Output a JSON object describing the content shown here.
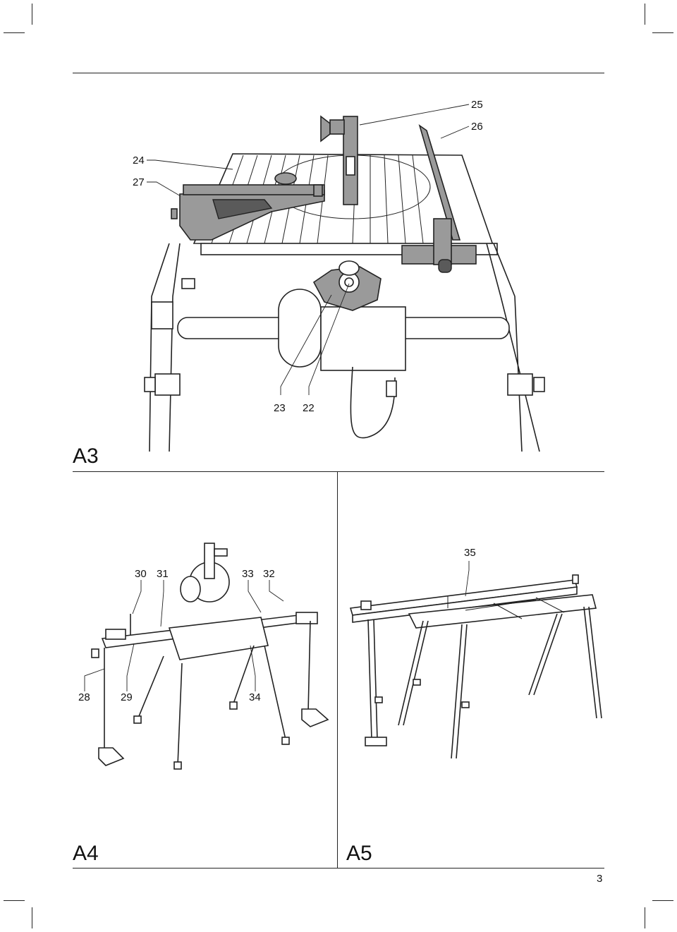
{
  "figures": {
    "a3": {
      "label": "A3",
      "callouts": {
        "c24": "24",
        "c27": "27",
        "c25": "25",
        "c26": "26",
        "c23": "23",
        "c22": "22"
      }
    },
    "a4": {
      "label": "A4",
      "callouts": {
        "c30": "30",
        "c31": "31",
        "c33": "33",
        "c32": "32",
        "c28": "28",
        "c29": "29",
        "c34": "34"
      }
    },
    "a5": {
      "label": "A5",
      "callouts": {
        "c35": "35"
      }
    }
  },
  "page_number": "3"
}
